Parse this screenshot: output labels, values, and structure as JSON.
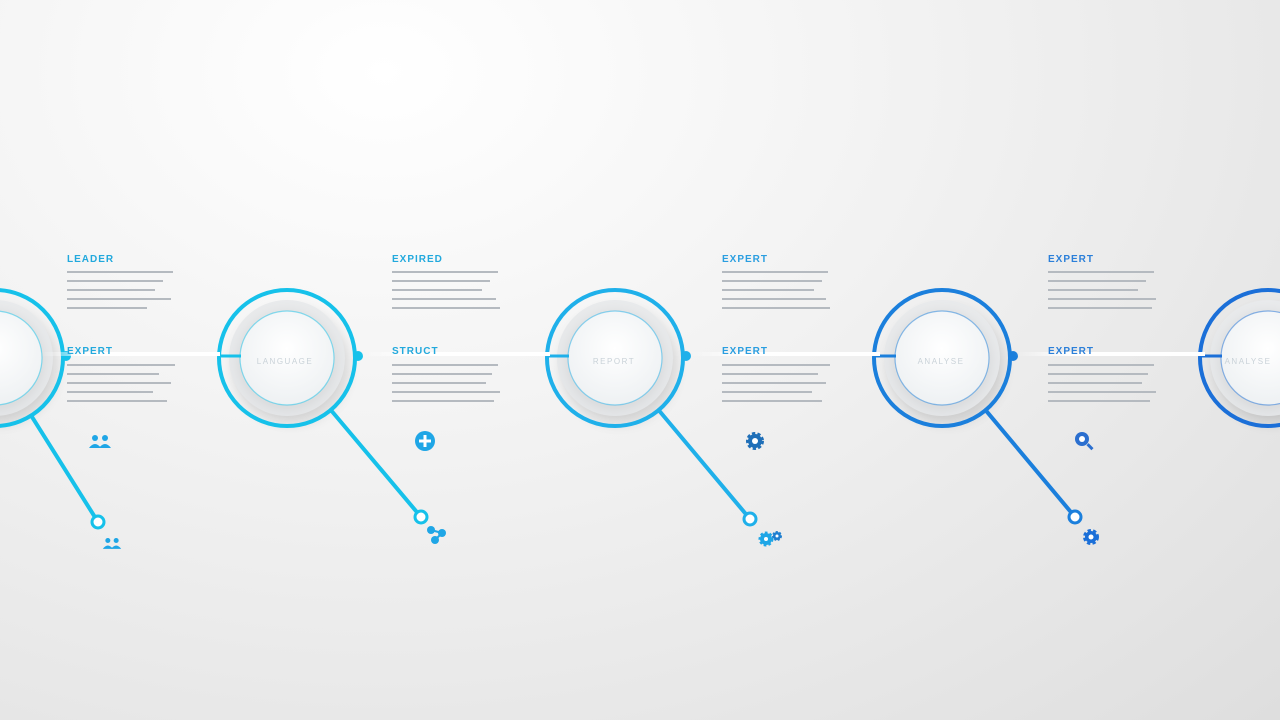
{
  "colors": {
    "accent_cyan": "#16c1ea",
    "accent_mid": "#1fa6e6",
    "accent_blue": "#1b6fd8",
    "body_text": "#a7adb4",
    "heading_cyan": "#22a9dd",
    "heading_blue": "#2b7fd9"
  },
  "steps": [
    {
      "color": "#16c1ea",
      "center_label": "",
      "top_heading": "LEADER",
      "mid_heading": "EXPERT",
      "icon_top": "team-icon",
      "icon_bottom": "team-icon"
    },
    {
      "color": "#16c1ea",
      "center_label": "LANGUAGE",
      "top_heading": "EXPIRED",
      "mid_heading": "STRUCT",
      "icon_top": "plus-circle-icon",
      "icon_bottom": "network-icon"
    },
    {
      "color": "#1fb0ea",
      "center_label": "REPORT",
      "top_heading": "EXPERT",
      "mid_heading": "EXPERT",
      "icon_top": "gear-icon",
      "icon_bottom": "gear-pair-icon"
    },
    {
      "color": "#1b7fdc",
      "center_label": "ANALYSE",
      "top_heading": "EXPERT",
      "mid_heading": "EXPERT",
      "icon_top": "search-gear-icon",
      "icon_bottom": "gear-icon"
    },
    {
      "color": "#1b6fd8",
      "center_label": "ANALYSE",
      "top_heading": "",
      "mid_heading": "",
      "icon_top": "",
      "icon_bottom": ""
    }
  ]
}
